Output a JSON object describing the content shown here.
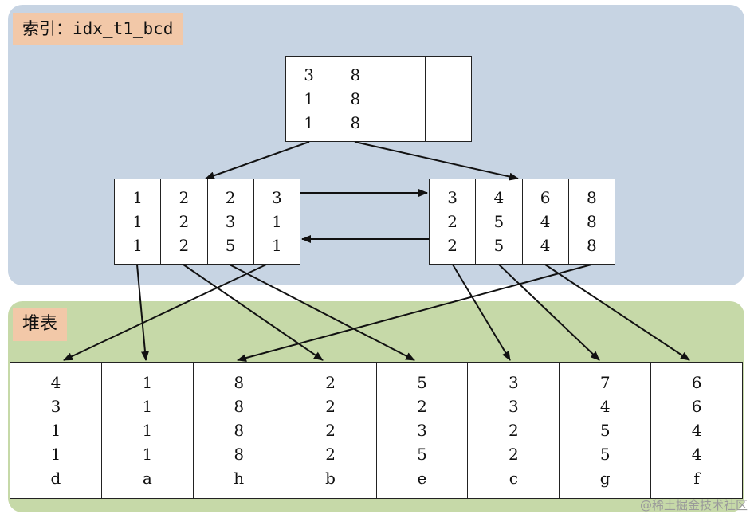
{
  "index_title": "索引：idx_t1_bcd",
  "heap_title": "堆表",
  "root_node": [
    [
      "3",
      "1",
      "1"
    ],
    [
      "8",
      "8",
      "8"
    ],
    [],
    []
  ],
  "left_leaf": [
    [
      "1",
      "1",
      "1"
    ],
    [
      "2",
      "2",
      "2"
    ],
    [
      "2",
      "3",
      "5"
    ],
    [
      "3",
      "1",
      "1"
    ]
  ],
  "right_leaf": [
    [
      "3",
      "2",
      "2"
    ],
    [
      "4",
      "5",
      "5"
    ],
    [
      "6",
      "4",
      "4"
    ],
    [
      "8",
      "8",
      "8"
    ]
  ],
  "heap_rows": [
    [
      "4",
      "3",
      "1",
      "1",
      "d"
    ],
    [
      "1",
      "1",
      "1",
      "1",
      "a"
    ],
    [
      "8",
      "8",
      "8",
      "8",
      "h"
    ],
    [
      "2",
      "2",
      "2",
      "2",
      "b"
    ],
    [
      "5",
      "2",
      "3",
      "5",
      "e"
    ],
    [
      "3",
      "3",
      "2",
      "2",
      "c"
    ],
    [
      "7",
      "4",
      "5",
      "5",
      "g"
    ],
    [
      "6",
      "6",
      "4",
      "4",
      "f"
    ]
  ],
  "watermark": "@稀土掘金技术社区",
  "colors": {
    "index_bg": "#c7d4e3",
    "heap_bg": "#c6d9a8",
    "title_bg": "#f2c8a8",
    "line": "#111111"
  }
}
